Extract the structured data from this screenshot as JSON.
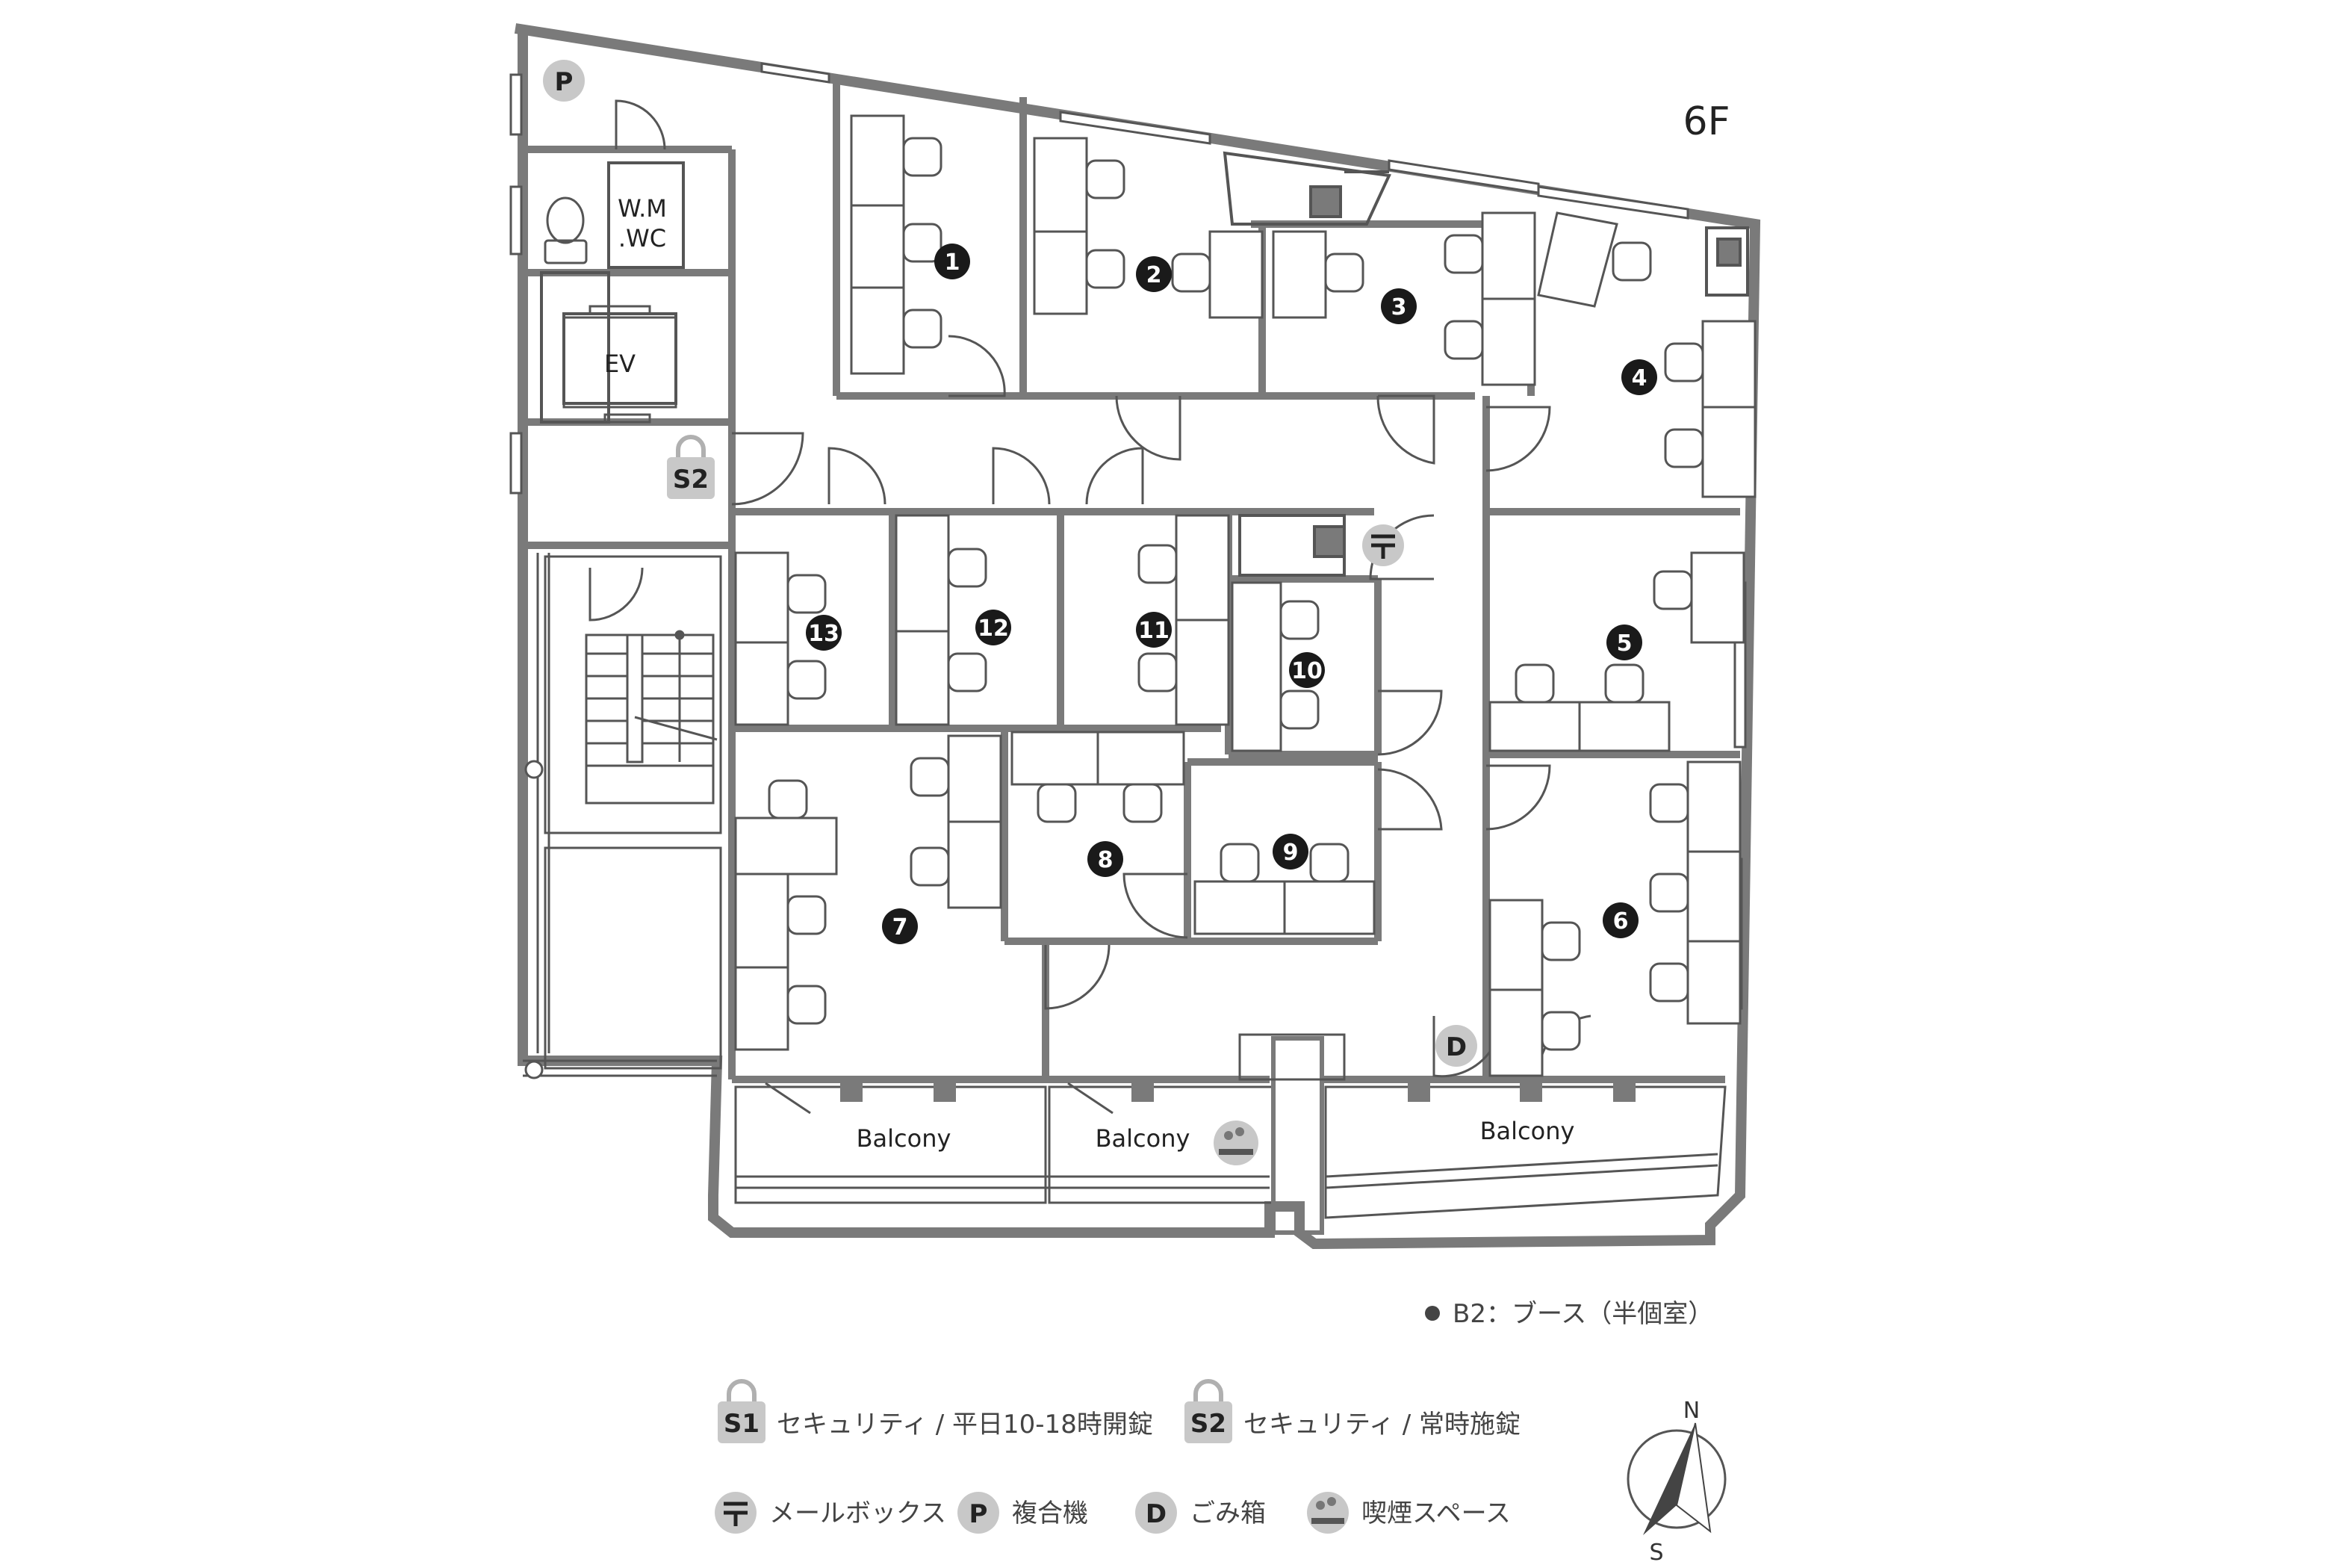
{
  "floor": "6F",
  "rooms": [
    {
      "id": "1",
      "label": "1"
    },
    {
      "id": "2",
      "label": "2"
    },
    {
      "id": "3",
      "label": "3"
    },
    {
      "id": "4",
      "label": "4"
    },
    {
      "id": "5",
      "label": "5"
    },
    {
      "id": "6",
      "label": "6"
    },
    {
      "id": "7",
      "label": "7"
    },
    {
      "id": "8",
      "label": "8"
    },
    {
      "id": "9",
      "label": "9"
    },
    {
      "id": "10",
      "label": "10"
    },
    {
      "id": "11",
      "label": "11"
    },
    {
      "id": "12",
      "label": "12"
    },
    {
      "id": "13",
      "label": "13"
    }
  ],
  "facilities": {
    "wm_wc_line1": "W.M",
    "wm_wc_line2": ".WC",
    "elevator": "EV",
    "security_badge": "S2",
    "printer_badge": "P",
    "dust_badge": "D",
    "balcony_1": "Balcony",
    "balcony_2": "Balcony",
    "balcony_3": "Balcony"
  },
  "legend": {
    "booth": "B2：ブース（半個室）",
    "s1_badge": "S1",
    "s1_text": "セキュリティ / 平日10-18時開錠",
    "s2_badge": "S2",
    "s2_text": "セキュリティ / 常時施錠",
    "mailbox_text": "メールボックス",
    "printer_badge": "P",
    "printer_text": "複合機",
    "dust_badge": "D",
    "dust_text": "ごみ箱",
    "smoking_text": "喫煙スペース"
  },
  "compass": {
    "north": "N",
    "south": "S"
  },
  "colors": {
    "wall": "#8a8a8a",
    "line": "#555555",
    "badge": "#c8c8c8",
    "num": "#1a1a1a"
  }
}
